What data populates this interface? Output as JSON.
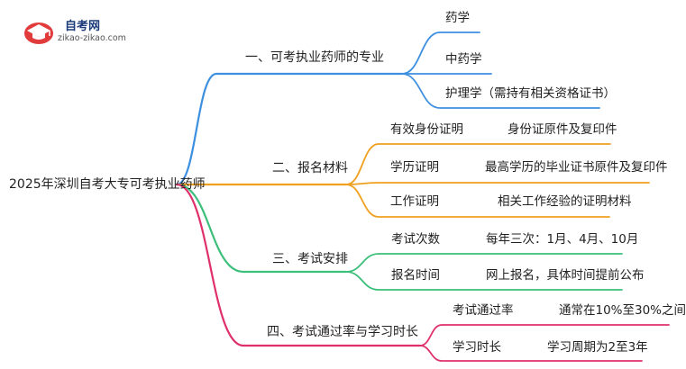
{
  "logo": {
    "title": "自考网",
    "subtitle": "zikao-zikao.com"
  },
  "root": "2025年深圳自考大专可考执业药师",
  "branches": [
    {
      "label": "一、可考执业药师的专业",
      "color": "#3d8fe0",
      "children": [
        {
          "label": "药学"
        },
        {
          "label": "中药学"
        },
        {
          "label": "护理学（需持有相关资格证书）"
        }
      ]
    },
    {
      "label": "二、报名材料",
      "color": "#f0a020",
      "children": [
        {
          "label": "有效身份证明",
          "value": "身份证原件及复印件"
        },
        {
          "label": "学历证明",
          "value": "最高学历的毕业证书原件及复印件"
        },
        {
          "label": "工作证明",
          "value": "相关工作经验的证明材料"
        }
      ]
    },
    {
      "label": "三、考试安排",
      "color": "#3cbf7a",
      "children": [
        {
          "label": "考试次数",
          "value": "每年三次：1月、4月、10月"
        },
        {
          "label": "报名时间",
          "value": "网上报名，具体时间提前公布"
        }
      ]
    },
    {
      "label": "四、考试通过率与学习时长",
      "color": "#e0306a",
      "children": [
        {
          "label": "考试通过率",
          "value": "通常在10%至30%之间"
        },
        {
          "label": "学习时长",
          "value": "学习周期为2至3年"
        }
      ]
    }
  ]
}
